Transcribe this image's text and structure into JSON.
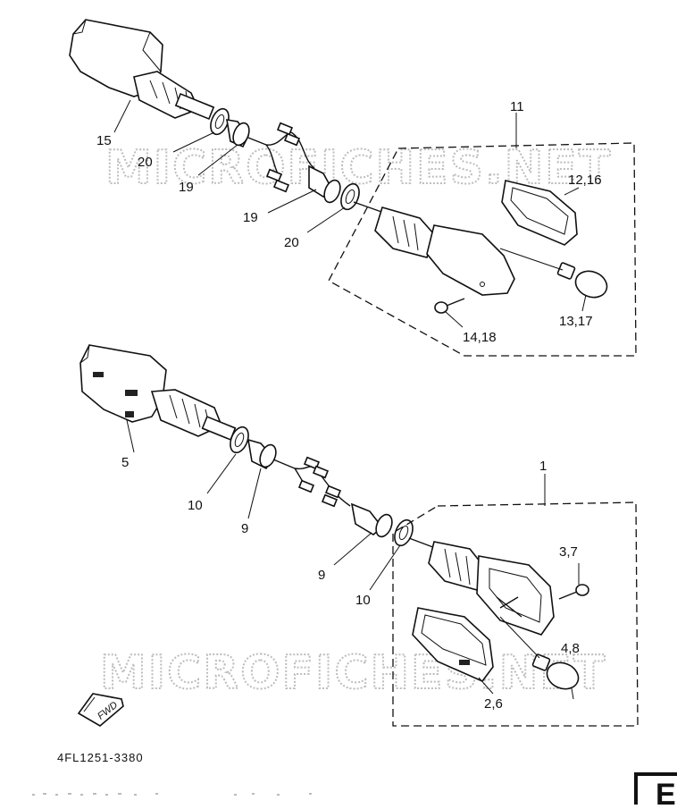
{
  "diagram": {
    "watermarks": [
      "MICROFICHES.NET",
      "MICROFICHES.NET"
    ],
    "callouts_top": {
      "assembly": "11",
      "lens": "12,16",
      "bulb": "13,17",
      "screw": "14,18",
      "housing": "15",
      "grommet_a": "20",
      "boot_a": "19",
      "boot_b": "19",
      "grommet_b": "20"
    },
    "callouts_bottom": {
      "assembly": "1",
      "screw": "3,7",
      "bulb": "4,8",
      "lens": "2,6",
      "housing": "5",
      "grommet_a": "10",
      "boot_a": "9",
      "boot_b": "9",
      "grommet_b": "10"
    },
    "fwd_badge": "FWD",
    "diagram_code": "4FL1251-3380",
    "page_letter": "E"
  }
}
